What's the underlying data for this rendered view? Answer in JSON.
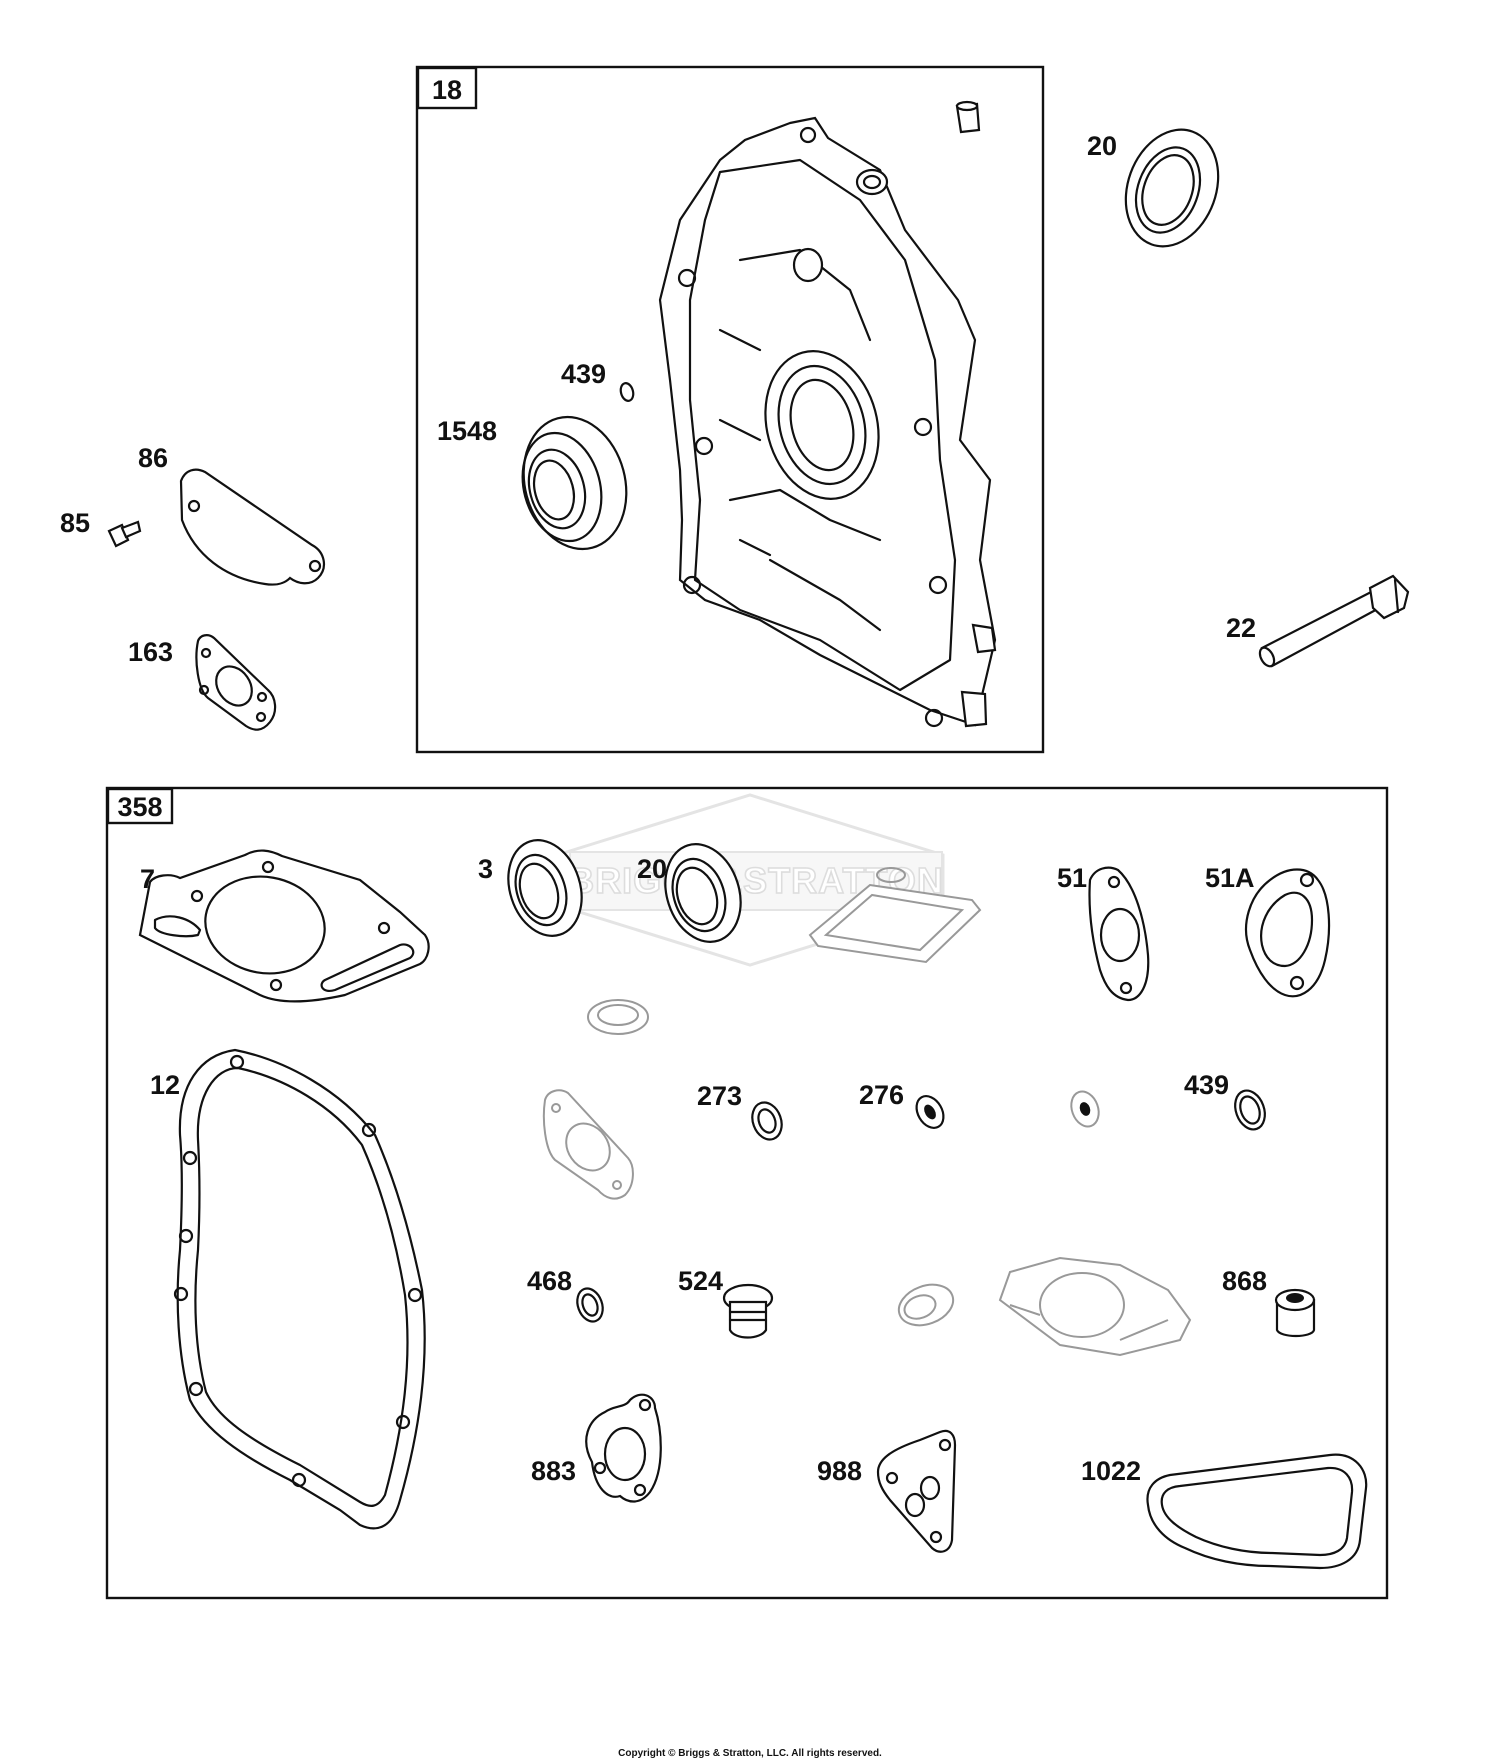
{
  "boxes": {
    "upper": "18",
    "lower": "358"
  },
  "labels": {
    "p20_top": "20",
    "p439_top": "439",
    "p1548": "1548",
    "p86": "86",
    "p85": "85",
    "p163": "163",
    "p22": "22",
    "p7": "7",
    "p3": "3",
    "p20_kit": "20",
    "p51": "51",
    "p51a": "51A",
    "p12": "12",
    "p273": "273",
    "p276": "276",
    "p439_kit": "439",
    "p468": "468",
    "p524": "524",
    "p868": "868",
    "p883": "883",
    "p988": "988",
    "p1022": "1022"
  },
  "watermark": "BRIGGS&STRATTON",
  "copyright": "Copyright © Briggs & Stratton, LLC. All rights reserved."
}
